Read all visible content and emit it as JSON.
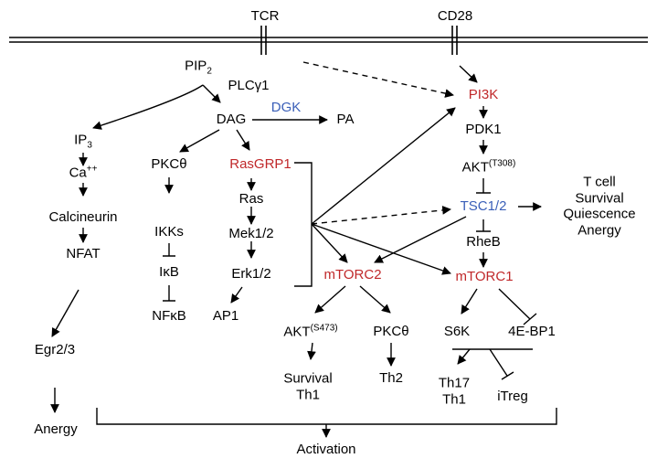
{
  "colors": {
    "line": "#000000",
    "kinase_red": "#c0282a",
    "inhibitor_blue": "#3a5fb8"
  },
  "receptors": {
    "tcr": "TCR",
    "cd28": "CD28"
  },
  "nodes": {
    "pip2": "PIP",
    "pip2_sub": "2",
    "plcg1": "PLCγ1",
    "dag": "DAG",
    "dgk": "DGK",
    "pa": "PA",
    "ip3": "IP",
    "ip3_sub": "3",
    "ca": "Ca",
    "ca_sup": "++",
    "calcineurin": "Calcineurin",
    "nfat": "NFAT",
    "egr": "Egr2/3",
    "anergy_left": "Anergy",
    "pkc_theta": "PKCθ",
    "ikks": "IKKs",
    "ikb": "IκB",
    "nfkb": "NFκB",
    "rasgrp1": "RasGRP1",
    "ras": "Ras",
    "mek": "Mek1/2",
    "erk": "Erk1/2",
    "ap1": "AP1",
    "pi3k": "PI3K",
    "pdk1": "PDK1",
    "akt_t308": "AKT",
    "akt_t308_sup": "(T308)",
    "tsc": "TSC1/2",
    "rheb": "RheB",
    "mtorc1": "mTORC1",
    "mtorc2": "mTORC2",
    "akt_s473": "AKT",
    "akt_s473_sup": "(S473)",
    "pkc_theta2": "PKCθ",
    "survival_th1": "Survival\nTh1",
    "th2": "Th2",
    "s6k": "S6K",
    "ebp1": "4E-BP1",
    "th17_th1": "Th17\nTh1",
    "itreg": "iTreg",
    "tcell_outcome": "T cell\nSurvival\nQuiescence\nAnergy",
    "activation": "Activation"
  }
}
